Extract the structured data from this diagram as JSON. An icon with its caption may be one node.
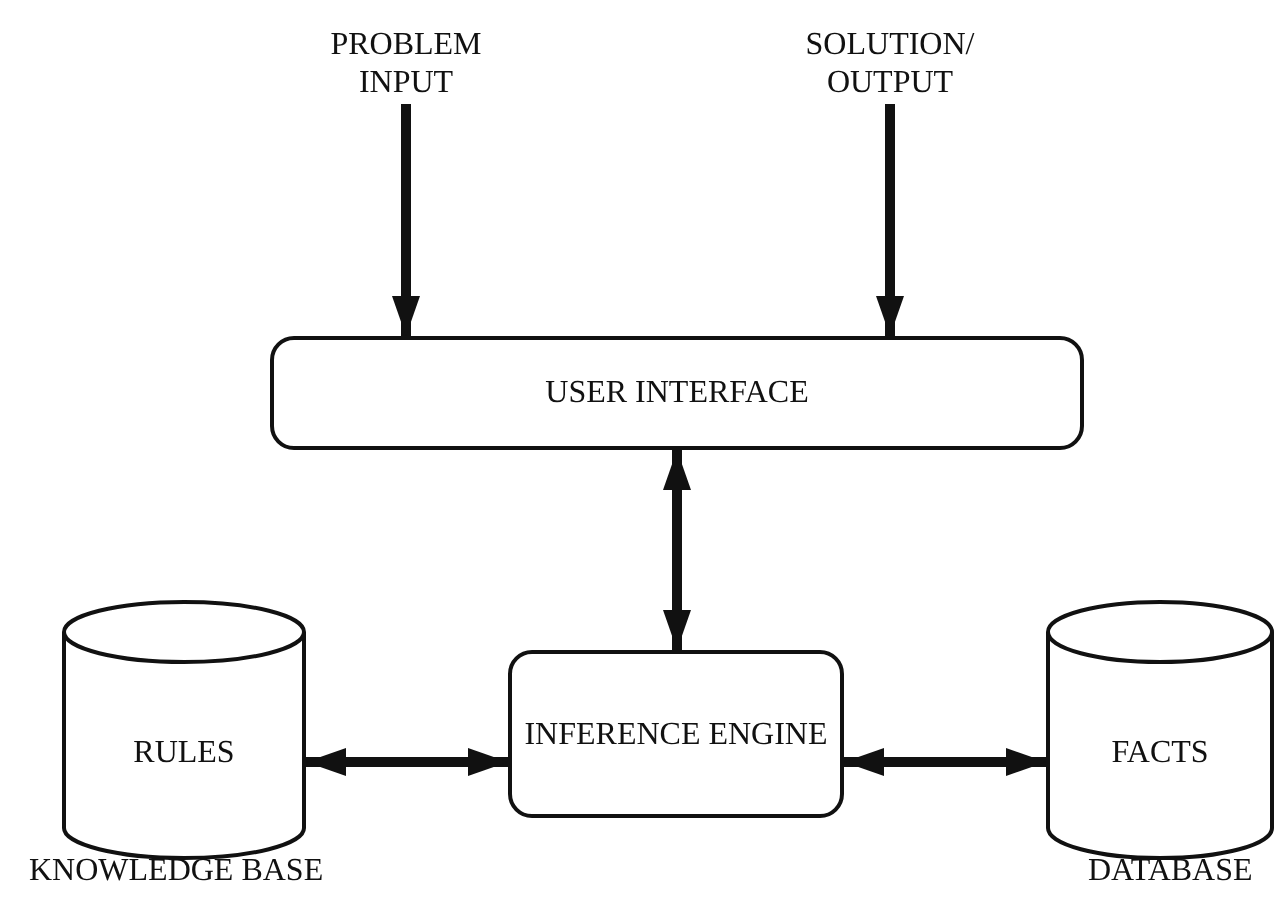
{
  "diagram": {
    "nodes": [
      {
        "text": [
          "PROBLEM INPUT"
        ]
      },
      {
        "text": [
          "SOLUTION/ OUTPUT"
        ]
      },
      {
        "text": [
          "USER INTERFACE"
        ]
      },
      {
        "text": [
          "RULES"
        ],
        "beside": [
          "KNOWLEDGE BASE"
        ]
      },
      {
        "text": [
          "INFERENCE ENGINE"
        ]
      },
      {
        "text": [
          "FACTS"
        ],
        "beside": [
          "DATABASE"
        ]
      }
    ],
    "edges": [
      {
        "from": 0,
        "to": 2,
        "arrow": "to"
      },
      {
        "from": 1,
        "to": 2,
        "arrow": "to"
      },
      {
        "from": 2,
        "to": 4,
        "arrow": "both"
      },
      {
        "from": 3,
        "to": 4,
        "arrow": "both"
      },
      {
        "from": 5,
        "to": 4,
        "arrow": "both"
      }
    ]
  }
}
